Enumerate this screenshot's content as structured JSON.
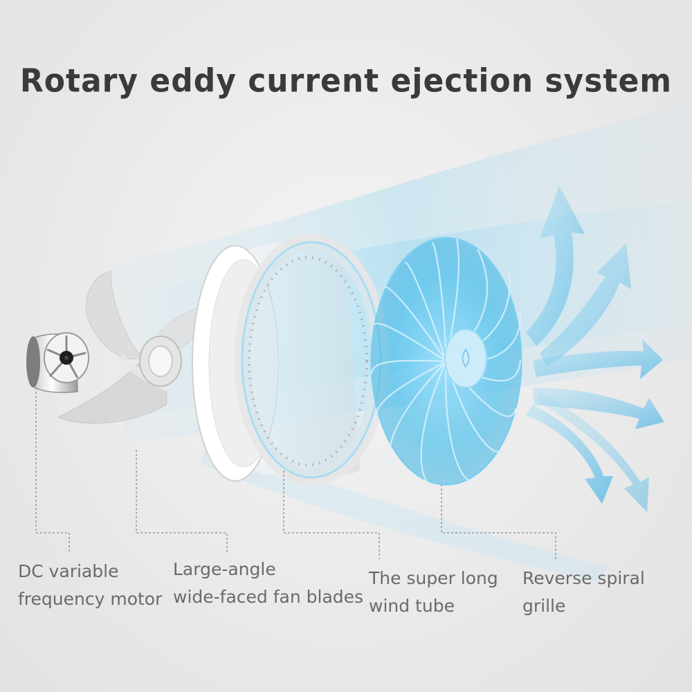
{
  "title": "Rotary eddy current ejection system",
  "components": [
    {
      "line1": "DC variable",
      "line2": "frequency motor"
    },
    {
      "line1": "Large-angle",
      "line2": "wide-faced fan blades"
    },
    {
      "line1": "The super long",
      "line2": "wind tube"
    },
    {
      "line1": "Reverse spiral",
      "line2": "grille"
    }
  ],
  "colors": {
    "background": "#ebebeb",
    "title": "#3a3a3a",
    "label": "#6a6a6a",
    "airflow": "#5ec3ec",
    "leader_line": "#8a8a8a"
  },
  "icons": [
    "motor-icon",
    "fan-blade-icon",
    "wind-tube-icon",
    "spiral-grille-icon",
    "airflow-arrow-icon"
  ]
}
